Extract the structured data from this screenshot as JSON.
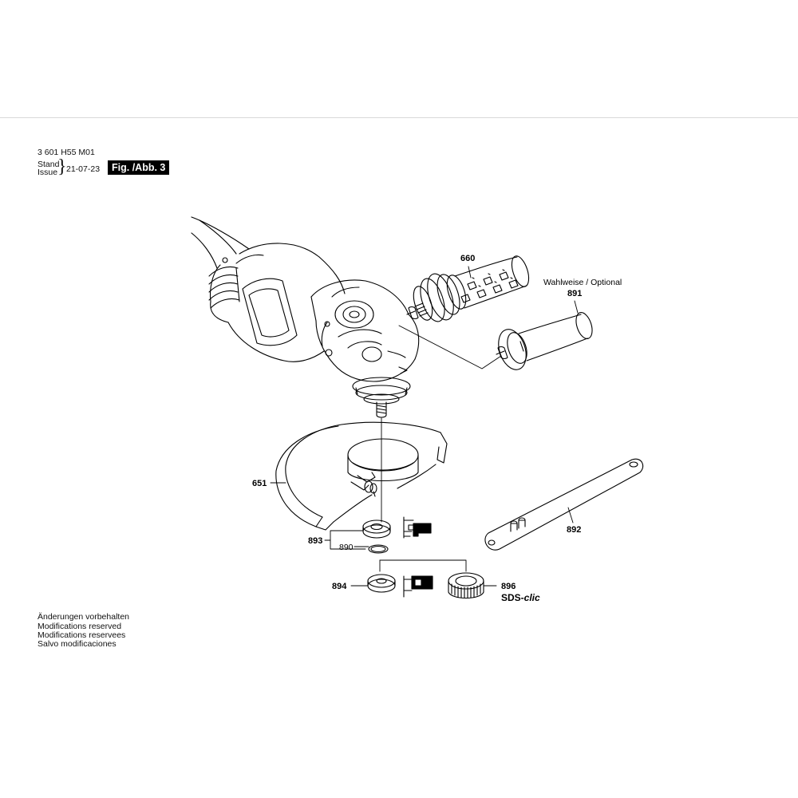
{
  "header": {
    "part_number": "3 601 H55 M01",
    "stand_label": "Stand",
    "issue_label": "Issue",
    "issue_date": "21-07-23",
    "figure_label": "Fig. /Abb. 3"
  },
  "optional_label": "Wahlweise / Optional",
  "parts": [
    {
      "id": "660"
    },
    {
      "id": "891"
    },
    {
      "id": "651"
    },
    {
      "id": "892"
    },
    {
      "id": "893"
    },
    {
      "id": "890"
    },
    {
      "id": "894"
    },
    {
      "id": "896"
    }
  ],
  "sds_brand": {
    "prefix": "SDS-",
    "suffix": "clic"
  },
  "notes": [
    "Änderungen vorbehalten",
    "Modifications reserved",
    "Modifications reservees",
    "Salvo modificaciones"
  ]
}
